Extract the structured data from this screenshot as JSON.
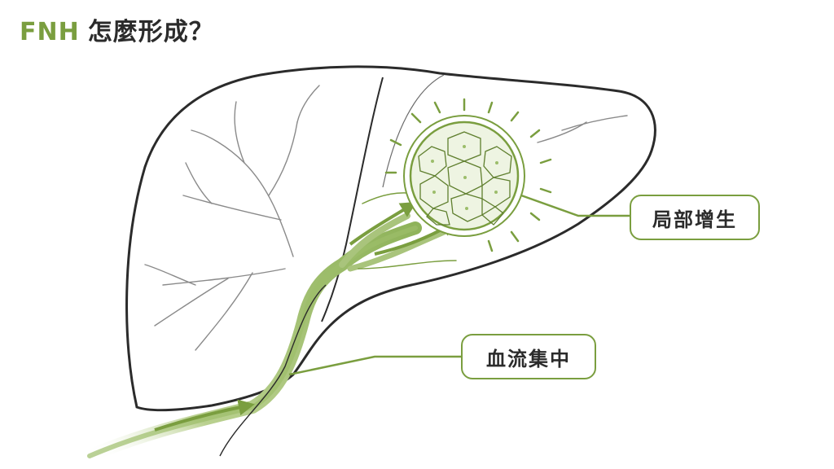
{
  "title": {
    "accent": "FNH",
    "text": "怎麼形成？"
  },
  "labels": {
    "proliferation": "局部增生",
    "blood_flow": "血流集中"
  },
  "colors": {
    "accent": "#7a9e3f",
    "outline": "#2b2b2b",
    "vessel_light": "#c9dcaa",
    "nodule_fill": "#eef4e2"
  }
}
